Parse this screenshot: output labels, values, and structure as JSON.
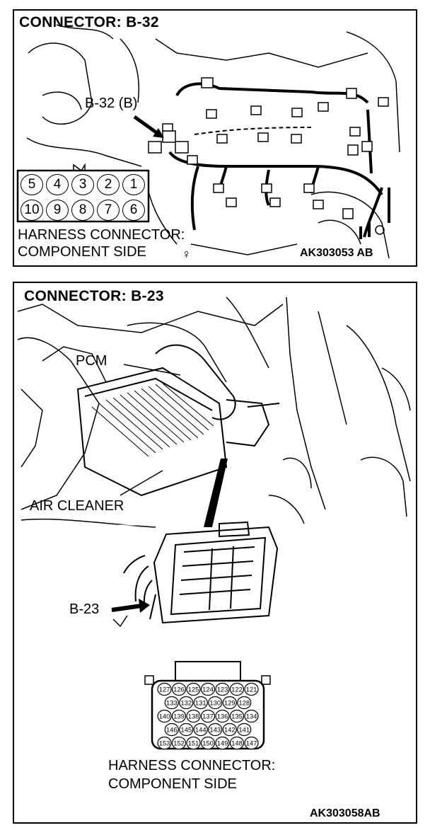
{
  "panel1": {
    "title": "CONNECTOR: B-32",
    "connector_callout": "B-32 (B)",
    "pins_top": [
      "5",
      "4",
      "3",
      "2",
      "1"
    ],
    "pins_bottom": [
      "10",
      "9",
      "8",
      "7",
      "6"
    ],
    "harness_label_line1": "HARNESS CONNECTOR:",
    "harness_label_line2": "COMPONENT SIDE",
    "code": "AK303053 AB"
  },
  "panel2": {
    "title": "CONNECTOR: B-23",
    "pcm_label": "PCM",
    "air_cleaner_label": "AIR CLEANER",
    "connector_callout": "B-23",
    "pin_rows": [
      [
        "127",
        "126",
        "125",
        "124",
        "123",
        "122",
        "121"
      ],
      [
        "133",
        "132",
        "131",
        "130",
        "129",
        "128"
      ],
      [
        "140",
        "139",
        "138",
        "137",
        "136",
        "135",
        "134"
      ],
      [
        "146",
        "145",
        "144",
        "143",
        "142",
        "141"
      ],
      [
        "153",
        "152",
        "151",
        "150",
        "149",
        "148",
        "147"
      ]
    ],
    "harness_label_line1": "HARNESS CONNECTOR:",
    "harness_label_line2": "COMPONENT SIDE",
    "code": "AK303058AB"
  }
}
